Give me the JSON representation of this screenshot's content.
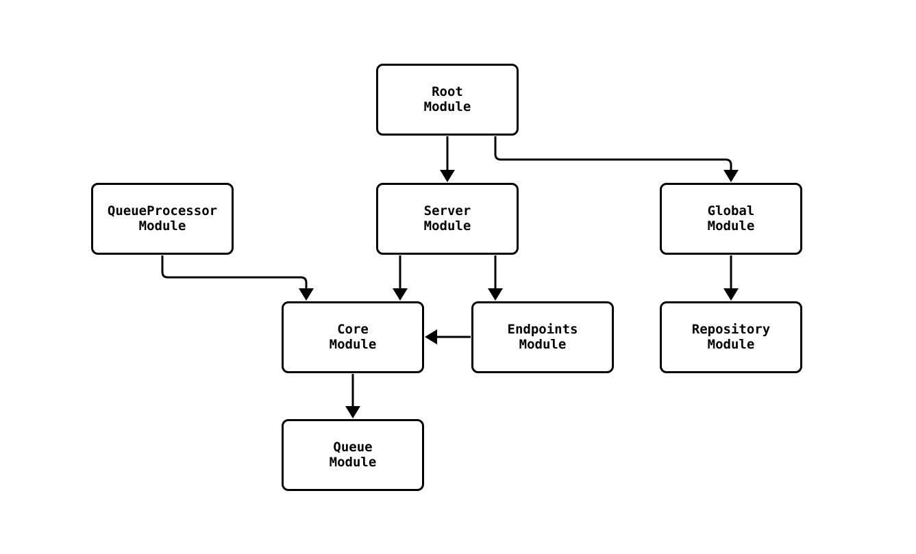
{
  "diagram": {
    "type": "module-dependency-graph",
    "background_color": "#ffffff",
    "node_fill_color": "#ffffff",
    "node_border_color": "#000000",
    "text_color": "#000000",
    "edge_color": "#000000",
    "nodes": [
      {
        "id": "root",
        "line1": "Root",
        "line2": "Module",
        "label": "Root Module"
      },
      {
        "id": "queueprocessor",
        "line1": "QueueProcessor",
        "line2": "Module",
        "label": "QueueProcessor Module"
      },
      {
        "id": "server",
        "line1": "Server",
        "line2": "Module",
        "label": "Server Module"
      },
      {
        "id": "global",
        "line1": "Global",
        "line2": "Module",
        "label": "Global Module"
      },
      {
        "id": "core",
        "line1": "Core",
        "line2": "Module",
        "label": "Core Module"
      },
      {
        "id": "endpoints",
        "line1": "Endpoints",
        "line2": "Module",
        "label": "Endpoints Module"
      },
      {
        "id": "repository",
        "line1": "Repository",
        "line2": "Module",
        "label": "Repository Module"
      },
      {
        "id": "queue",
        "line1": "Queue",
        "line2": "Module",
        "label": "Queue Module"
      }
    ],
    "edges": [
      {
        "from": "Root Module",
        "to": "Server Module"
      },
      {
        "from": "Root Module",
        "to": "Global Module"
      },
      {
        "from": "QueueProcessor Module",
        "to": "Core Module"
      },
      {
        "from": "Server Module",
        "to": "Core Module"
      },
      {
        "from": "Server Module",
        "to": "Endpoints Module"
      },
      {
        "from": "Endpoints Module",
        "to": "Core Module"
      },
      {
        "from": "Global Module",
        "to": "Repository Module"
      },
      {
        "from": "Core Module",
        "to": "Queue Module"
      }
    ]
  }
}
